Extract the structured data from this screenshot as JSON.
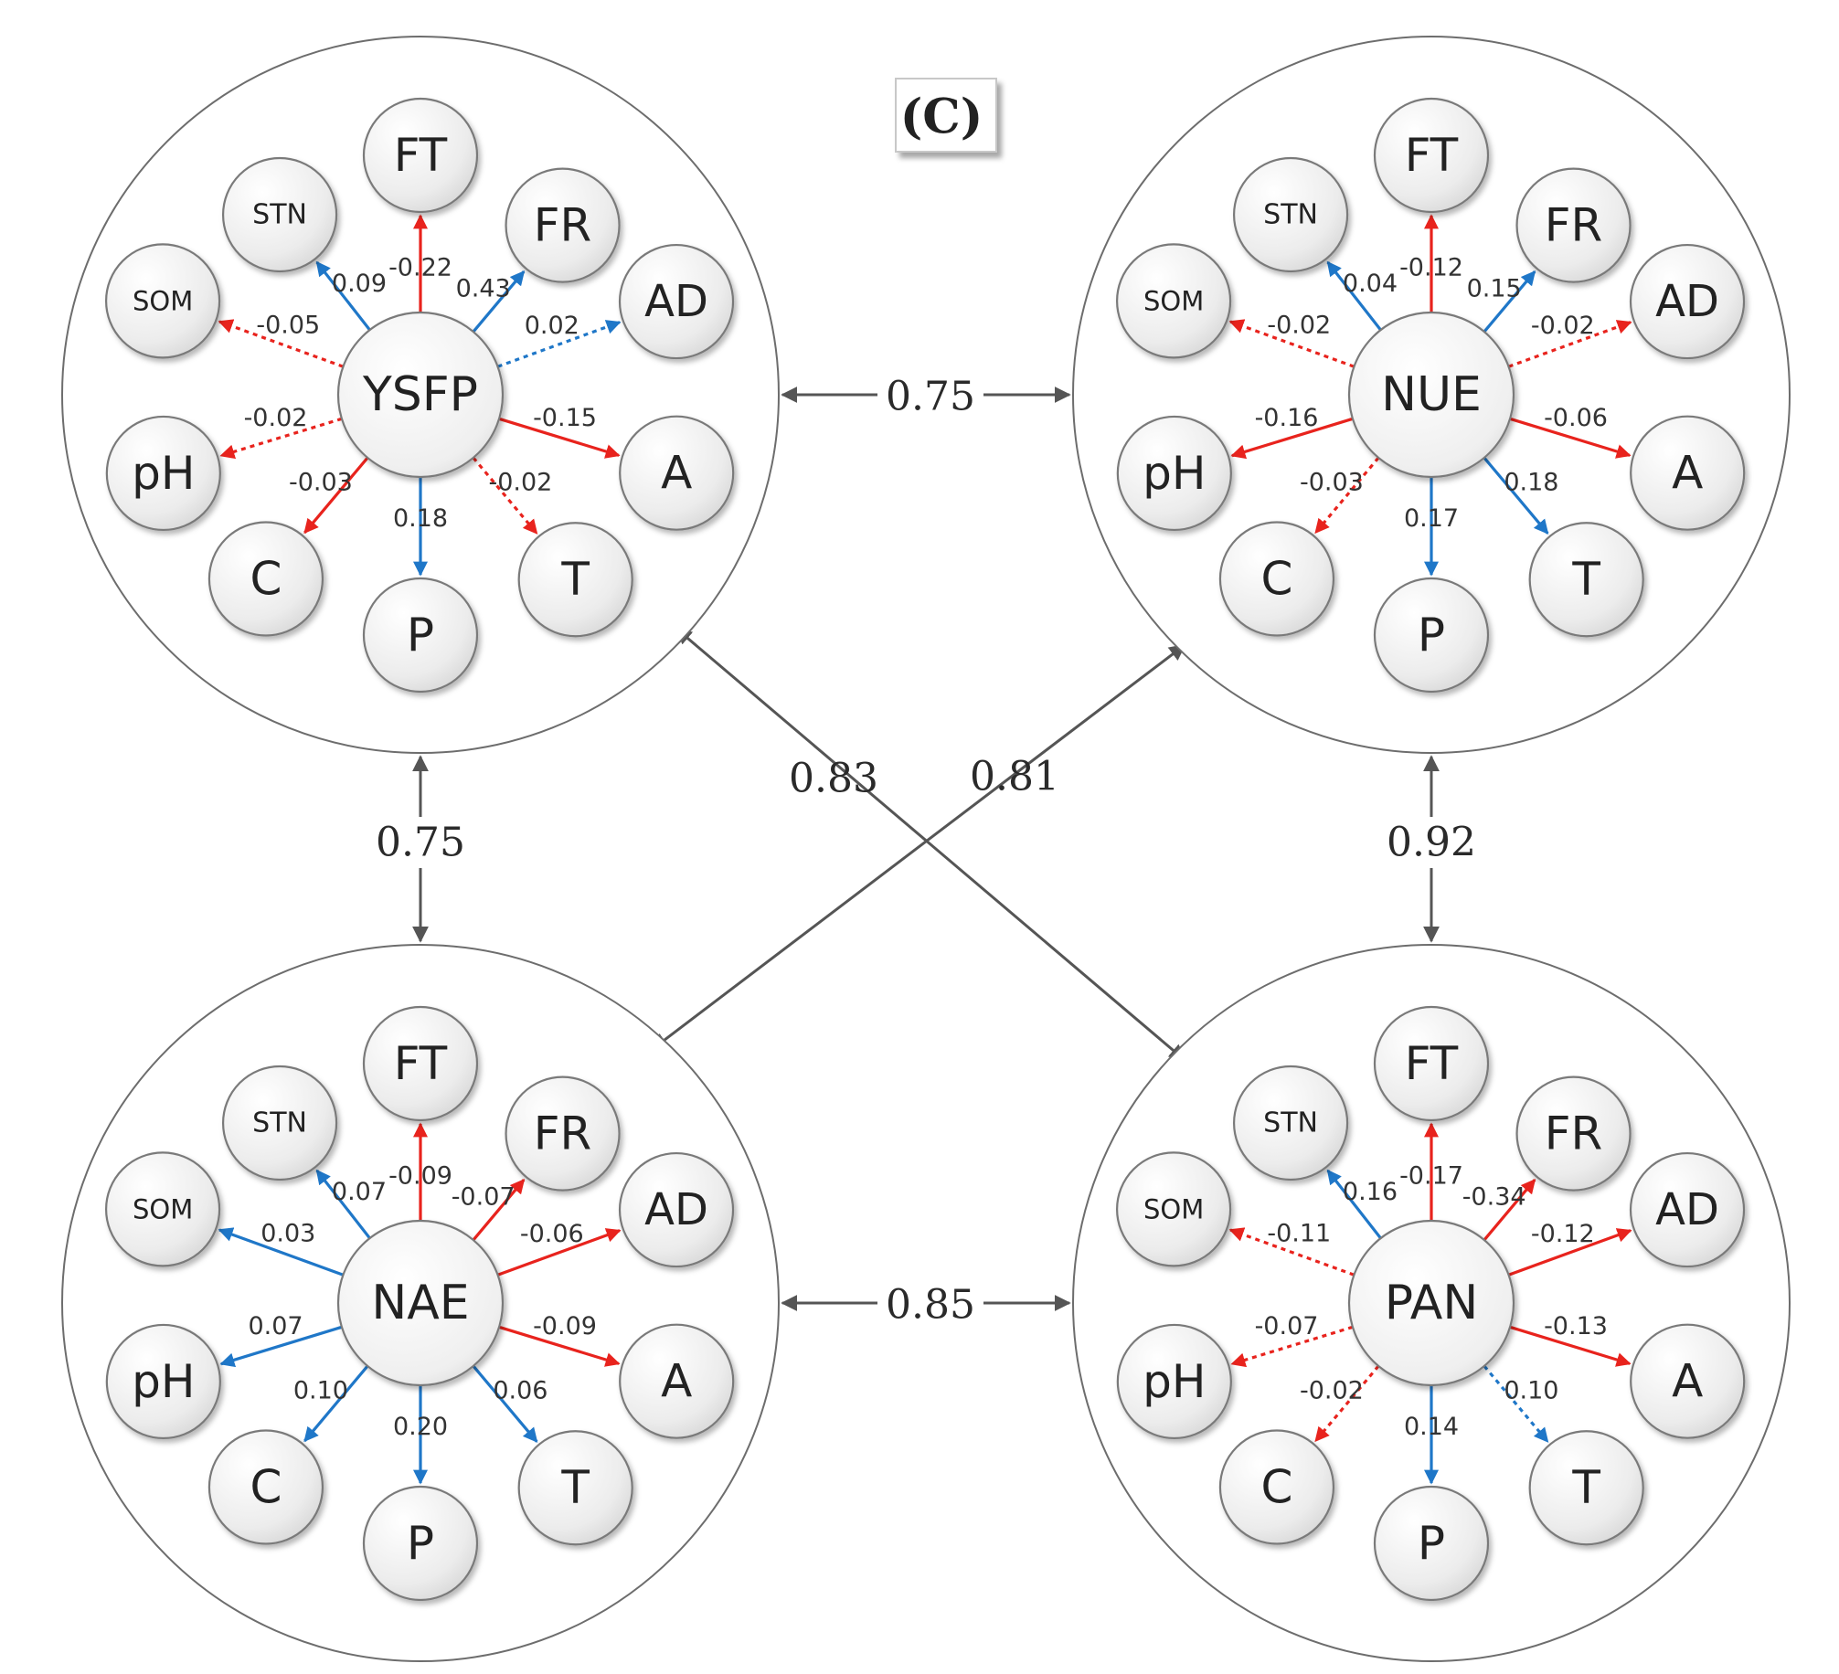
{
  "panel_label": "(C)",
  "colors": {
    "positive": "#1f77c8",
    "negative": "#e8231d",
    "connector": "#555555"
  },
  "factor_order": [
    "FT",
    "FR",
    "AD",
    "A",
    "T",
    "P",
    "C",
    "pH",
    "SOM",
    "STN"
  ],
  "panels": [
    {
      "id": "ysfp",
      "title": "YSFP",
      "position": "top-left",
      "coefficients": [
        {
          "factor": "FT",
          "value": "-0.22",
          "sign": "negative",
          "style": "solid"
        },
        {
          "factor": "FR",
          "value": "0.43",
          "sign": "positive",
          "style": "solid"
        },
        {
          "factor": "AD",
          "value": "0.02",
          "sign": "positive",
          "style": "dashed"
        },
        {
          "factor": "A",
          "value": "-0.15",
          "sign": "negative",
          "style": "solid"
        },
        {
          "factor": "T",
          "value": "-0.02",
          "sign": "negative",
          "style": "dashed"
        },
        {
          "factor": "P",
          "value": "0.18",
          "sign": "positive",
          "style": "solid"
        },
        {
          "factor": "C",
          "value": "-0.03",
          "sign": "negative",
          "style": "solid"
        },
        {
          "factor": "pH",
          "value": "-0.02",
          "sign": "negative",
          "style": "dashed"
        },
        {
          "factor": "SOM",
          "value": "-0.05",
          "sign": "negative",
          "style": "dashed"
        },
        {
          "factor": "STN",
          "value": "0.09",
          "sign": "positive",
          "style": "solid"
        }
      ]
    },
    {
      "id": "nue",
      "title": "NUE",
      "position": "top-right",
      "coefficients": [
        {
          "factor": "FT",
          "value": "-0.12",
          "sign": "negative",
          "style": "solid"
        },
        {
          "factor": "FR",
          "value": "0.15",
          "sign": "positive",
          "style": "solid"
        },
        {
          "factor": "AD",
          "value": "-0.02",
          "sign": "negative",
          "style": "dashed"
        },
        {
          "factor": "A",
          "value": "-0.06",
          "sign": "negative",
          "style": "solid"
        },
        {
          "factor": "T",
          "value": "0.18",
          "sign": "positive",
          "style": "solid"
        },
        {
          "factor": "P",
          "value": "0.17",
          "sign": "positive",
          "style": "solid"
        },
        {
          "factor": "C",
          "value": "-0.03",
          "sign": "negative",
          "style": "dashed"
        },
        {
          "factor": "pH",
          "value": "-0.16",
          "sign": "negative",
          "style": "solid"
        },
        {
          "factor": "SOM",
          "value": "-0.02",
          "sign": "negative",
          "style": "dashed"
        },
        {
          "factor": "STN",
          "value": "0.04",
          "sign": "positive",
          "style": "solid"
        }
      ]
    },
    {
      "id": "nae",
      "title": "NAE",
      "position": "bottom-left",
      "coefficients": [
        {
          "factor": "FT",
          "value": "-0.09",
          "sign": "negative",
          "style": "solid"
        },
        {
          "factor": "FR",
          "value": "-0.07",
          "sign": "negative",
          "style": "solid"
        },
        {
          "factor": "AD",
          "value": "-0.06",
          "sign": "negative",
          "style": "solid"
        },
        {
          "factor": "A",
          "value": "-0.09",
          "sign": "negative",
          "style": "solid"
        },
        {
          "factor": "T",
          "value": "0.06",
          "sign": "positive",
          "style": "solid"
        },
        {
          "factor": "P",
          "value": "0.20",
          "sign": "positive",
          "style": "solid"
        },
        {
          "factor": "C",
          "value": "0.10",
          "sign": "positive",
          "style": "solid"
        },
        {
          "factor": "pH",
          "value": "0.07",
          "sign": "positive",
          "style": "solid"
        },
        {
          "factor": "SOM",
          "value": "0.03",
          "sign": "positive",
          "style": "solid"
        },
        {
          "factor": "STN",
          "value": "0.07",
          "sign": "positive",
          "style": "solid"
        }
      ]
    },
    {
      "id": "pan",
      "title": "PAN",
      "position": "bottom-right",
      "coefficients": [
        {
          "factor": "FT",
          "value": "-0.17",
          "sign": "negative",
          "style": "solid"
        },
        {
          "factor": "FR",
          "value": "-0.34",
          "sign": "negative",
          "style": "solid"
        },
        {
          "factor": "AD",
          "value": "-0.12",
          "sign": "negative",
          "style": "solid"
        },
        {
          "factor": "A",
          "value": "-0.13",
          "sign": "negative",
          "style": "solid"
        },
        {
          "factor": "T",
          "value": "0.10",
          "sign": "positive",
          "style": "dashed"
        },
        {
          "factor": "P",
          "value": "0.14",
          "sign": "positive",
          "style": "solid"
        },
        {
          "factor": "C",
          "value": "-0.02",
          "sign": "negative",
          "style": "dashed"
        },
        {
          "factor": "pH",
          "value": "-0.07",
          "sign": "negative",
          "style": "dashed"
        },
        {
          "factor": "SOM",
          "value": "-0.11",
          "sign": "negative",
          "style": "dashed"
        },
        {
          "factor": "STN",
          "value": "0.16",
          "sign": "positive",
          "style": "solid"
        }
      ]
    }
  ],
  "correlations": [
    {
      "id": "ysfp-nue",
      "from": "YSFP",
      "to": "NUE",
      "value": "0.75"
    },
    {
      "id": "ysfp-nae",
      "from": "YSFP",
      "to": "NAE",
      "value": "0.75"
    },
    {
      "id": "nue-pan",
      "from": "NUE",
      "to": "PAN",
      "value": "0.92"
    },
    {
      "id": "nae-pan",
      "from": "NAE",
      "to": "PAN",
      "value": "0.85"
    },
    {
      "id": "ysfp-pan",
      "from": "YSFP",
      "to": "PAN",
      "value": "0.83"
    },
    {
      "id": "nue-nae",
      "from": "NUE",
      "to": "NAE",
      "value": "0.81"
    }
  ]
}
